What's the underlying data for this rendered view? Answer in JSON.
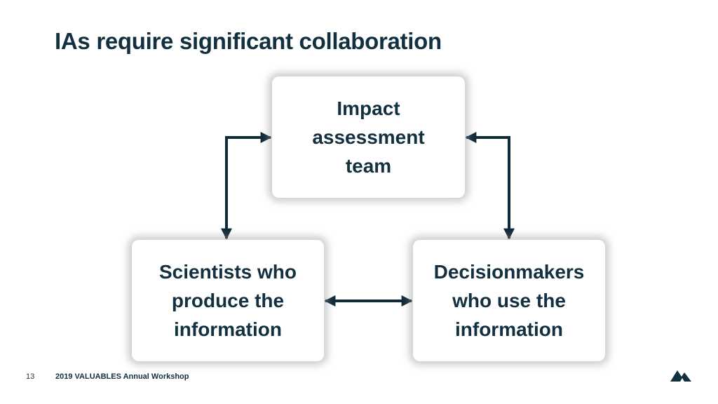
{
  "slide": {
    "title": "IAs require significant collaboration",
    "page_number": "13",
    "footer": "2019 VALUABLES Annual Workshop"
  },
  "diagram": {
    "nodes": {
      "top": "Impact\nassessment\nteam",
      "left": "Scientists who\nproduce the\ninformation",
      "right": "Decisionmakers\nwho use the\ninformation"
    },
    "edges": [
      {
        "from": "left",
        "to": "top",
        "bidirectional": true
      },
      {
        "from": "top",
        "to": "right",
        "bidirectional": true
      },
      {
        "from": "left",
        "to": "right",
        "bidirectional": true
      }
    ],
    "colors": {
      "text": "#123040",
      "arrow": "#0f2a38",
      "logo": "#123040"
    }
  }
}
